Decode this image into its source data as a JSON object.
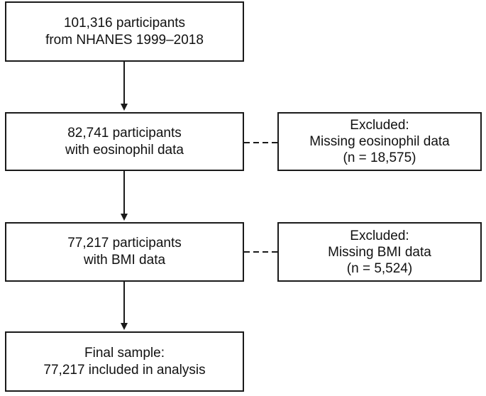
{
  "flowchart": {
    "steps": [
      {
        "line1": "101,316 participants",
        "line2": "from NHANES 1999–2018"
      },
      {
        "line1": "82,741 participants",
        "line2": "with eosinophil data"
      },
      {
        "line1": "77,217 participants",
        "line2": "with BMI data"
      },
      {
        "line1": "Final sample:",
        "line2": "77,217 included in analysis"
      }
    ],
    "exclusions": [
      {
        "line1": "Excluded:",
        "line2": "Missing eosinophil data",
        "line3": "(n = 18,575)"
      },
      {
        "line1": "Excluded:",
        "line2": "Missing BMI data",
        "line3": "(n = 5,524)"
      }
    ],
    "colors": {
      "stroke": "#1a1a1a",
      "text": "#111111",
      "background": "#ffffff"
    }
  }
}
